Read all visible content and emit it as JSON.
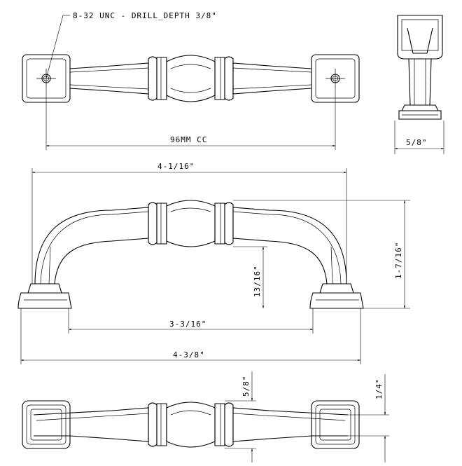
{
  "drawing": {
    "callouts": {
      "thread_spec": "8-32 UNC - DRILL_DEPTH 3/8\""
    },
    "dimensions": {
      "center_to_center": "96MM CC",
      "depth": "5/8\"",
      "overall_top_length": "4-1/16\"",
      "height": "1-7/16\"",
      "clearance_height": "13/16\"",
      "inner_span": "3-3/16\"",
      "overall_length": "4-3/8\"",
      "base_width": "5/8\"",
      "bar_width": "1/4\""
    }
  }
}
